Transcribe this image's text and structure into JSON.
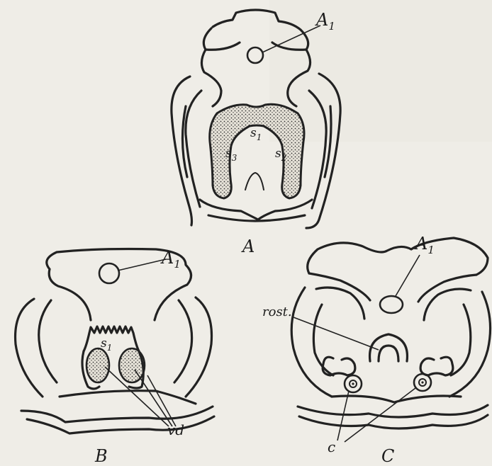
{
  "figure": {
    "panels": [
      {
        "id": "A",
        "label": "A",
        "labels": {
          "a1": "A",
          "a1_sub": "1",
          "s1": "s",
          "s1_sub": "1",
          "s2": "s",
          "s2_sub": "2",
          "s3": "s",
          "s3_sub": "3"
        }
      },
      {
        "id": "B",
        "label": "B",
        "labels": {
          "a1": "A",
          "a1_sub": "1",
          "s1": "s",
          "s1_sub": "1",
          "vd": "vd"
        }
      },
      {
        "id": "C",
        "label": "C",
        "labels": {
          "a1": "A",
          "a1_sub": "1",
          "rost": "rost.",
          "c": "c"
        }
      }
    ]
  },
  "colors": {
    "ink": "#222222",
    "paper": "#efede7",
    "stipple": "#d8d4c8"
  }
}
